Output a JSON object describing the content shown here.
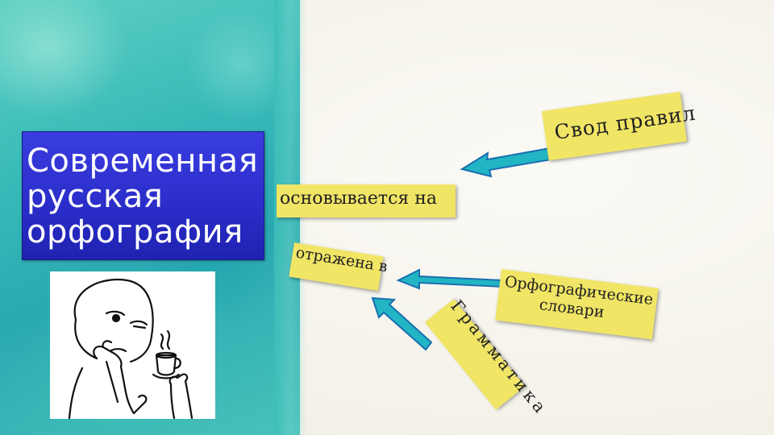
{
  "title": "Современная\nрусская\nорфография",
  "labels": {
    "svod": "Свод правил",
    "osnovyvaetsya": "основывается на",
    "otrazhena": "отражена в",
    "orf_line1": "Орфографические",
    "orf_line2": "словари",
    "grammatika": "Грамматика"
  },
  "colors": {
    "arrow_fill": "#22b5c4",
    "arrow_stroke": "#1a6fb0",
    "label_bg": "#f1e566",
    "title_bg": "#2a2dc8",
    "teal_background": "#37b9b8"
  },
  "illustration": "thinking-meme-face-with-coffee-cup"
}
